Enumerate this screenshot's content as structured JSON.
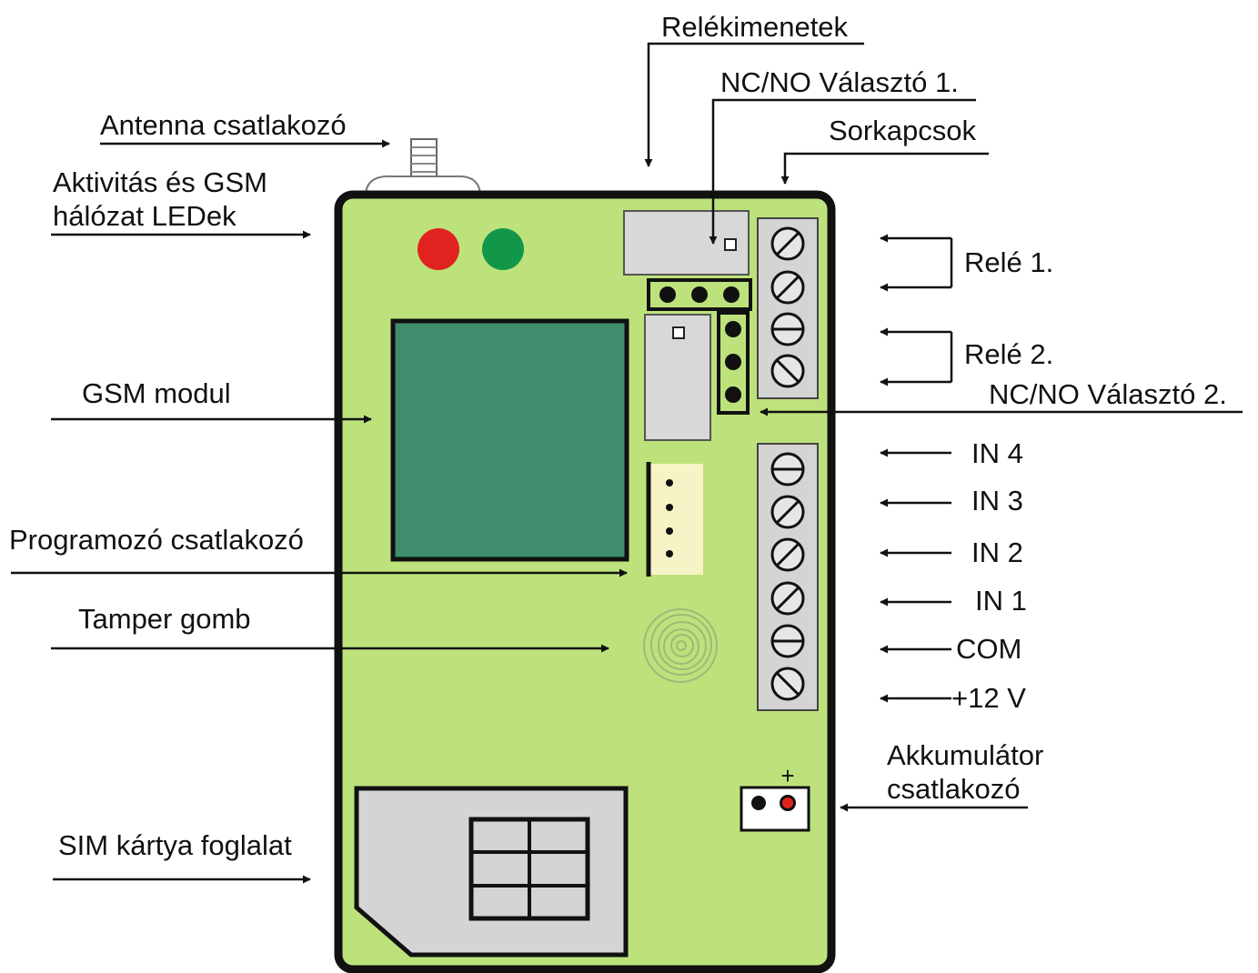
{
  "labels": {
    "relay_outputs": "Relékimenetek",
    "ncno_selector_1": "NC/NO Választó 1.",
    "antenna": "Antenna csatlakozó",
    "terminals": "Sorkapcsok",
    "leds_line1": "Aktivitás és GSM",
    "leds_line2": "hálózat LEDek",
    "relay1": "Relé 1.",
    "relay2": "Relé 2.",
    "ncno_selector_2": "NC/NO Választó 2.",
    "gsm_module": "GSM modul",
    "in4": "IN 4",
    "in3": "IN 3",
    "in2": "IN 2",
    "in1": "IN 1",
    "com": "COM",
    "plus12v": "+12 V",
    "programmer": "Programozó csatlakozó",
    "tamper": "Tamper gomb",
    "battery_line1": "Akkumulátor",
    "battery_line2": "csatlakozó",
    "battery_plus": "+",
    "sim": "SIM kártya foglalat"
  },
  "colors": {
    "board": "#bde27c",
    "gsm_module": "#3f8d6c",
    "led_red": "#e0231f",
    "led_green": "#12974a",
    "relay": "#d8d8d8",
    "terminal_block": "#d4d4d4",
    "prog_connector": "#f6f3c6",
    "outline": "#111111"
  },
  "icons": {
    "screw": "slotted-screw-icon",
    "arrow": "arrowhead-icon"
  }
}
